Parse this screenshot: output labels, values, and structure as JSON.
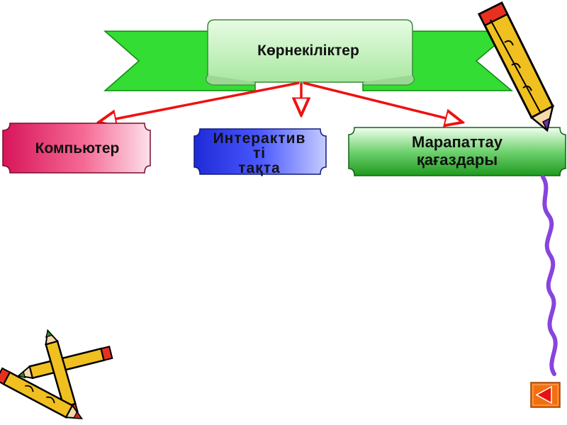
{
  "diagram": {
    "root": {
      "label": "Көрнекіліктер"
    },
    "nodes": [
      {
        "id": "computer",
        "label": "Компьютер"
      },
      {
        "id": "board",
        "lines": [
          "Интерактив",
          "ті",
          "тақта"
        ]
      },
      {
        "id": "awards",
        "lines": [
          "Марапаттау",
          "қағаздары"
        ]
      }
    ],
    "edges": [
      {
        "from": "root",
        "to": "computer"
      },
      {
        "from": "root",
        "to": "board"
      },
      {
        "from": "root",
        "to": "awards"
      }
    ]
  },
  "colors": {
    "banner_ribbon": "#33dd33",
    "banner_scroll": "#c8f5c0",
    "computer_box": "#e8306a",
    "board_box": "#2430e8",
    "awards_box": "#2ea82e",
    "arrow": "#ee1111",
    "pencil_body": "#f0c020",
    "squiggle": "#8844dd",
    "back_button": "#f07010"
  },
  "decorations": [
    "pencil-icon",
    "pencils-cluster-icon"
  ],
  "navigation": {
    "back_icon": "triangle-left-icon"
  }
}
